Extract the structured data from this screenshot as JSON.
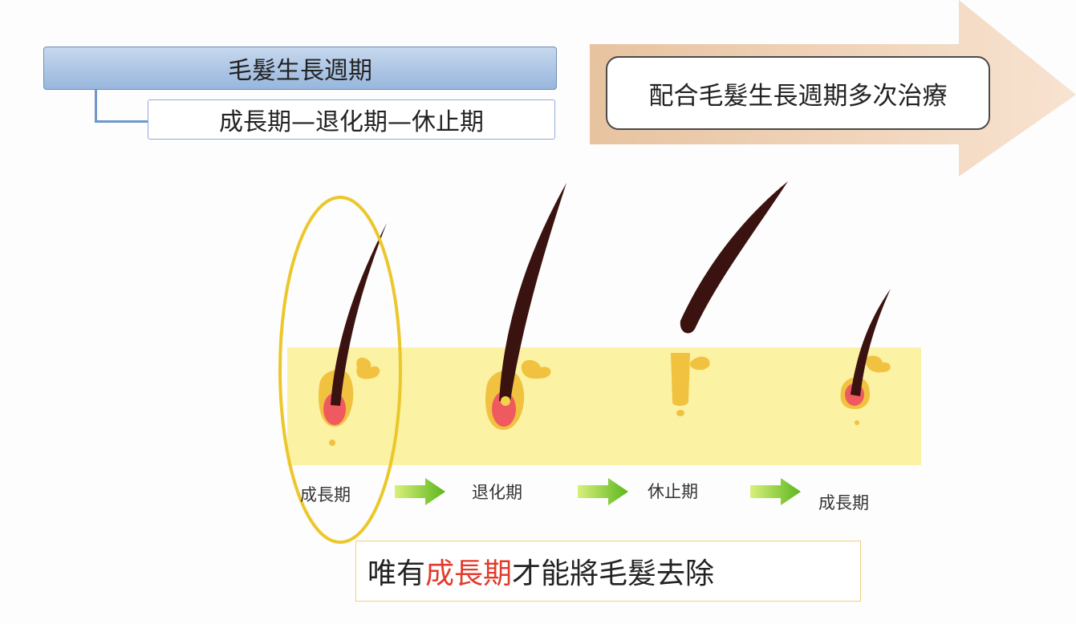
{
  "header": {
    "title": "毛髮生長週期",
    "subtitle": "成長期—退化期—休止期",
    "callout": "配合毛髮生長週期多次治療"
  },
  "stages": [
    "成長期",
    "退化期",
    "休止期",
    "成長期"
  ],
  "note": {
    "prefix": "唯有",
    "highlight": "成長期",
    "suffix": "才能將毛髮去除"
  },
  "colors": {
    "skin_band": "#fbf2a4",
    "hair": "#3a1210",
    "follicle": "#f1c23f",
    "bulb": "#ee5a5f",
    "highlight_ring": "#ecc72b",
    "arrow_green": "#7dc82a",
    "note_highlight": "#e23b2b"
  }
}
